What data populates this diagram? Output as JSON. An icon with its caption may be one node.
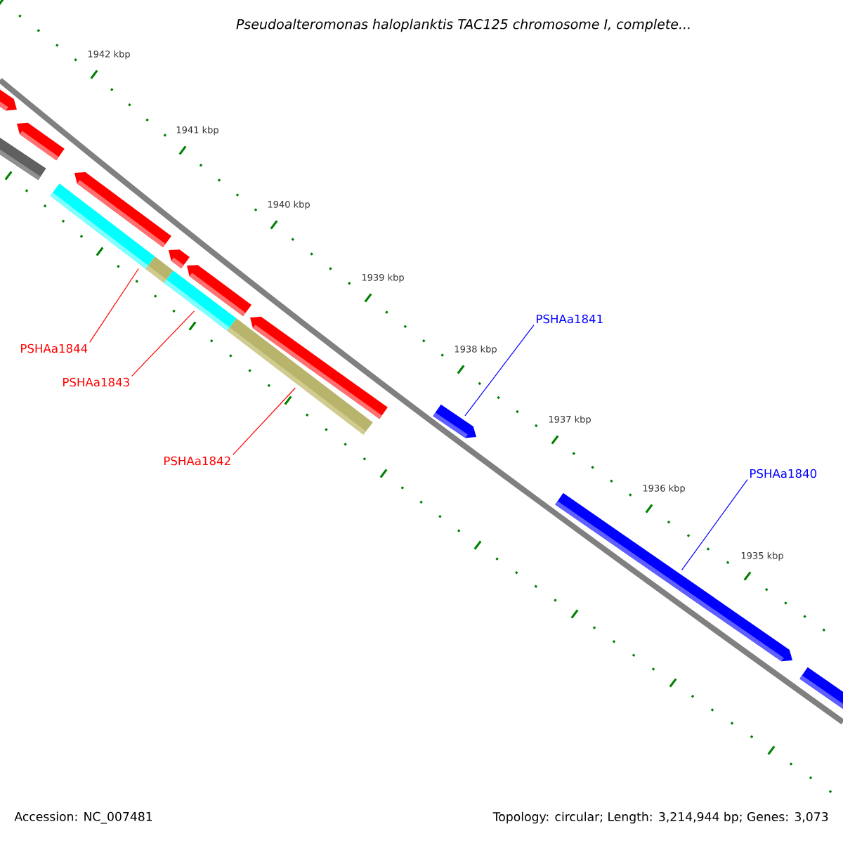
{
  "diagram": {
    "title": "Pseudoalteromonas haloplanktis TAC125 chromosome I, complete...",
    "nodes": [
      {
        "text": [
          "PSHAa1841"
        ]
      },
      {
        "text": [
          "PSHAa1844"
        ]
      },
      {
        "text": [
          "PSHAa1843"
        ]
      },
      {
        "text": [
          "PSHAa1842"
        ]
      },
      {
        "text": [
          "PSHAa1840"
        ]
      },
      {
        "text": [],
        "shape": "arrow"
      },
      {
        "text": [],
        "shape": "bar"
      },
      {
        "text": [],
        "shape": "arrow"
      },
      {
        "text": [],
        "shape": "bar"
      },
      {
        "text": [],
        "shape": "arrow"
      },
      {
        "text": [],
        "shape": "bar"
      },
      {
        "text": [],
        "shape": "arrow"
      },
      {
        "text": [],
        "shape": "bar"
      },
      {
        "text": [],
        "shape": "arrow"
      },
      {
        "text": [],
        "shape": "bar"
      },
      {
        "text": [],
        "shape": "arrow"
      },
      {
        "text": [],
        "shape": "arrow"
      },
      {
        "text": [],
        "shape": "arrow"
      },
      {
        "text": [],
        "shape": "arrow"
      }
    ],
    "edges": [
      {
        "from": 0,
        "to": 16,
        "arrow": "none",
        "color": "#0000ff"
      },
      {
        "from": 1,
        "to": 8,
        "arrow": "none"
      },
      {
        "from": 2,
        "to": 12,
        "arrow": "none"
      },
      {
        "from": 3,
        "to": 14,
        "arrow": "none"
      },
      {
        "from": 4,
        "to": 17,
        "arrow": "none",
        "color": "#0000ff"
      }
    ],
    "labels": [
      "1942 kbp",
      "1941 kbp",
      "1940 kbp",
      "1939 kbp",
      "1938 kbp",
      "1937 kbp",
      "1936 kbp",
      "1935 kbp",
      "Accession: NC_007481",
      "Topology: circular; Length: 3,214,944 bp; Genes: 3,073"
    ]
  }
}
